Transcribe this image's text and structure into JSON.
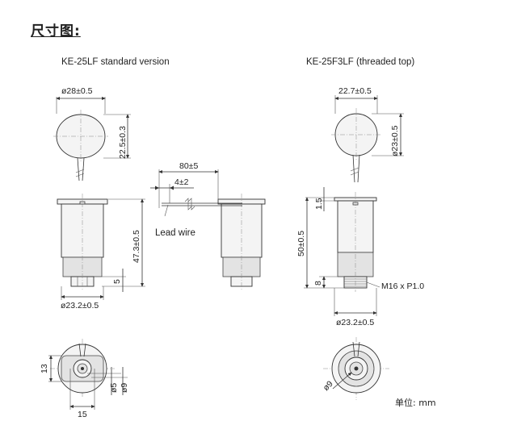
{
  "title": "尺寸图:",
  "unit_note": "单位: mm",
  "standard": {
    "caption": "KE-25LF standard version",
    "top_width": "ø28±0.5",
    "top_height": "22.5±0.3",
    "height": "47.3±0.5",
    "base_height": "5",
    "base_diameter": "ø23.2±0.5",
    "bottom_height": "13",
    "bottom_width": "15",
    "inner_dia_5": "ø5",
    "inner_dia_9": "ø9"
  },
  "lead": {
    "length": "80±5",
    "strip": "4±2",
    "label": "Lead wire"
  },
  "threaded": {
    "caption": "KE-25F3LF (threaded top)",
    "top_width": "22.7±0.5",
    "top_height": "ø23±0.5",
    "flange": "1.5",
    "height": "50±0.5",
    "thread_height": "8",
    "thread": "M16 x P1.0",
    "base_diameter": "ø23.2±0.5",
    "bottom_dia": "ø9"
  }
}
